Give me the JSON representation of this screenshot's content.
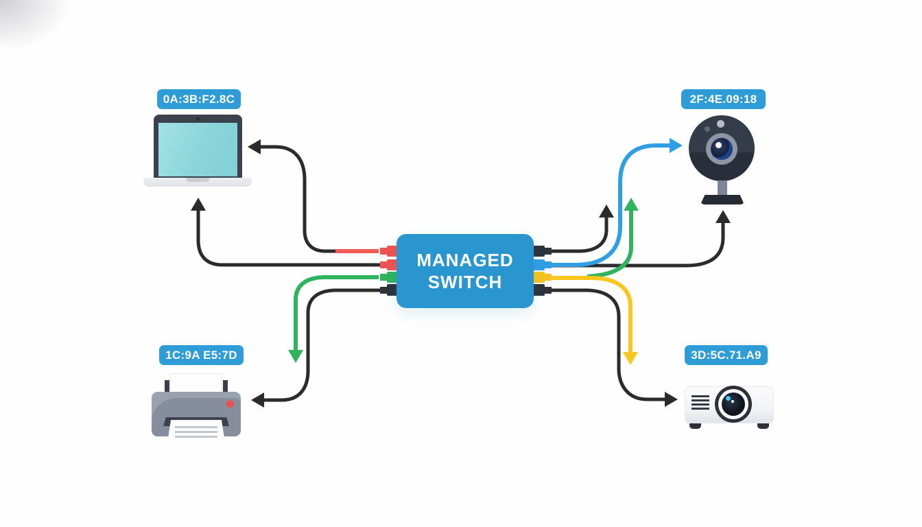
{
  "diagram_title": "Managed switch network diagram",
  "switch": {
    "label_line1": "MANAGED",
    "label_line2": "SWITCH",
    "fill_color": "#2a96d0",
    "text_color": "#ffffff"
  },
  "badge": {
    "fill_color": "#2e9cd6",
    "text_color": "#ffffff"
  },
  "devices": [
    {
      "id": "laptop",
      "type": "laptop",
      "label": "0A:3B:F2.8C",
      "position": "top-left"
    },
    {
      "id": "webcam",
      "type": "webcam",
      "label": "2F:4E.09:18",
      "position": "top-right"
    },
    {
      "id": "printer",
      "type": "printer",
      "label": "1C:9A E5:7D",
      "position": "bottom-left"
    },
    {
      "id": "projector",
      "type": "projector",
      "label": "3D:5C.71.A9",
      "position": "bottom-right"
    }
  ],
  "ports": {
    "left": [
      "red",
      "red",
      "green",
      "black"
    ],
    "right": [
      "black",
      "blue",
      "yellow",
      "black"
    ]
  },
  "cable_colors": {
    "black": "#2b2b2e",
    "red": "#f05a52",
    "green": "#2fb35d",
    "yellow": "#fbc71e",
    "blue": "#2f9ee2"
  },
  "cables": [
    {
      "name": "red-black cable switch to laptop side",
      "color": "red-to-black",
      "arrow": "left into laptop"
    },
    {
      "name": "black cable switch to below laptop",
      "color": "black",
      "arrow": "up toward laptop base"
    },
    {
      "name": "green cable switch toward printer area",
      "color": "green",
      "arrow": "down"
    },
    {
      "name": "black cable switch to printer",
      "color": "black",
      "arrow": "left into printer"
    },
    {
      "name": "black cable switch upward right",
      "color": "black",
      "arrow": "up"
    },
    {
      "name": "blue cable switch to webcam",
      "color": "blue",
      "arrow": "right into webcam"
    },
    {
      "name": "green cable upward right",
      "color": "green",
      "arrow": "up"
    },
    {
      "name": "black cable switch to webcam base",
      "color": "black",
      "arrow": "up toward webcam base"
    },
    {
      "name": "yellow cable switch toward projector area",
      "color": "yellow",
      "arrow": "down"
    },
    {
      "name": "black cable switch to projector",
      "color": "black",
      "arrow": "right into projector"
    }
  ]
}
